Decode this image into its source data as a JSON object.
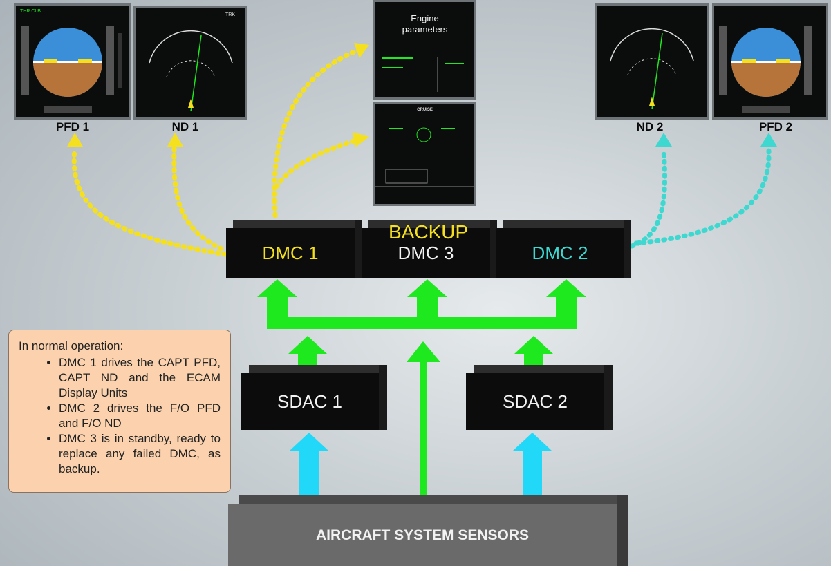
{
  "displays": {
    "pfd1": "PFD 1",
    "nd1": "ND 1",
    "nd2": "ND 2",
    "pfd2": "PFD 2",
    "engine_title_line1": "Engine",
    "engine_title_line2": "parameters",
    "sd_title": "CRUISE"
  },
  "units": {
    "dmc1": "DMC 1",
    "dmc3": "DMC 3",
    "dmc2": "DMC 2",
    "backup": "BACKUP",
    "sdac1": "SDAC 1",
    "sdac2": "SDAC 2",
    "sensors": "AIRCRAFT SYSTEM SENSORS"
  },
  "note": {
    "heading": "In normal operation:",
    "items": [
      "DMC 1 drives the CAPT PFD, CAPT ND and the ECAM Display Units",
      "DMC 2 drives the F/O PFD and F/O ND",
      "DMC 3 is in standby, ready to replace any failed DMC, as backup."
    ]
  },
  "colors": {
    "dmc1": "#f5e020",
    "dmc2": "#3ed8d0",
    "bus": "#1ee81e",
    "sensor_arrow": "#22d8f8",
    "backup": "#f5e020"
  },
  "icons": [
    "pfd-display-icon",
    "nd-display-icon",
    "ecam-display-icon"
  ]
}
